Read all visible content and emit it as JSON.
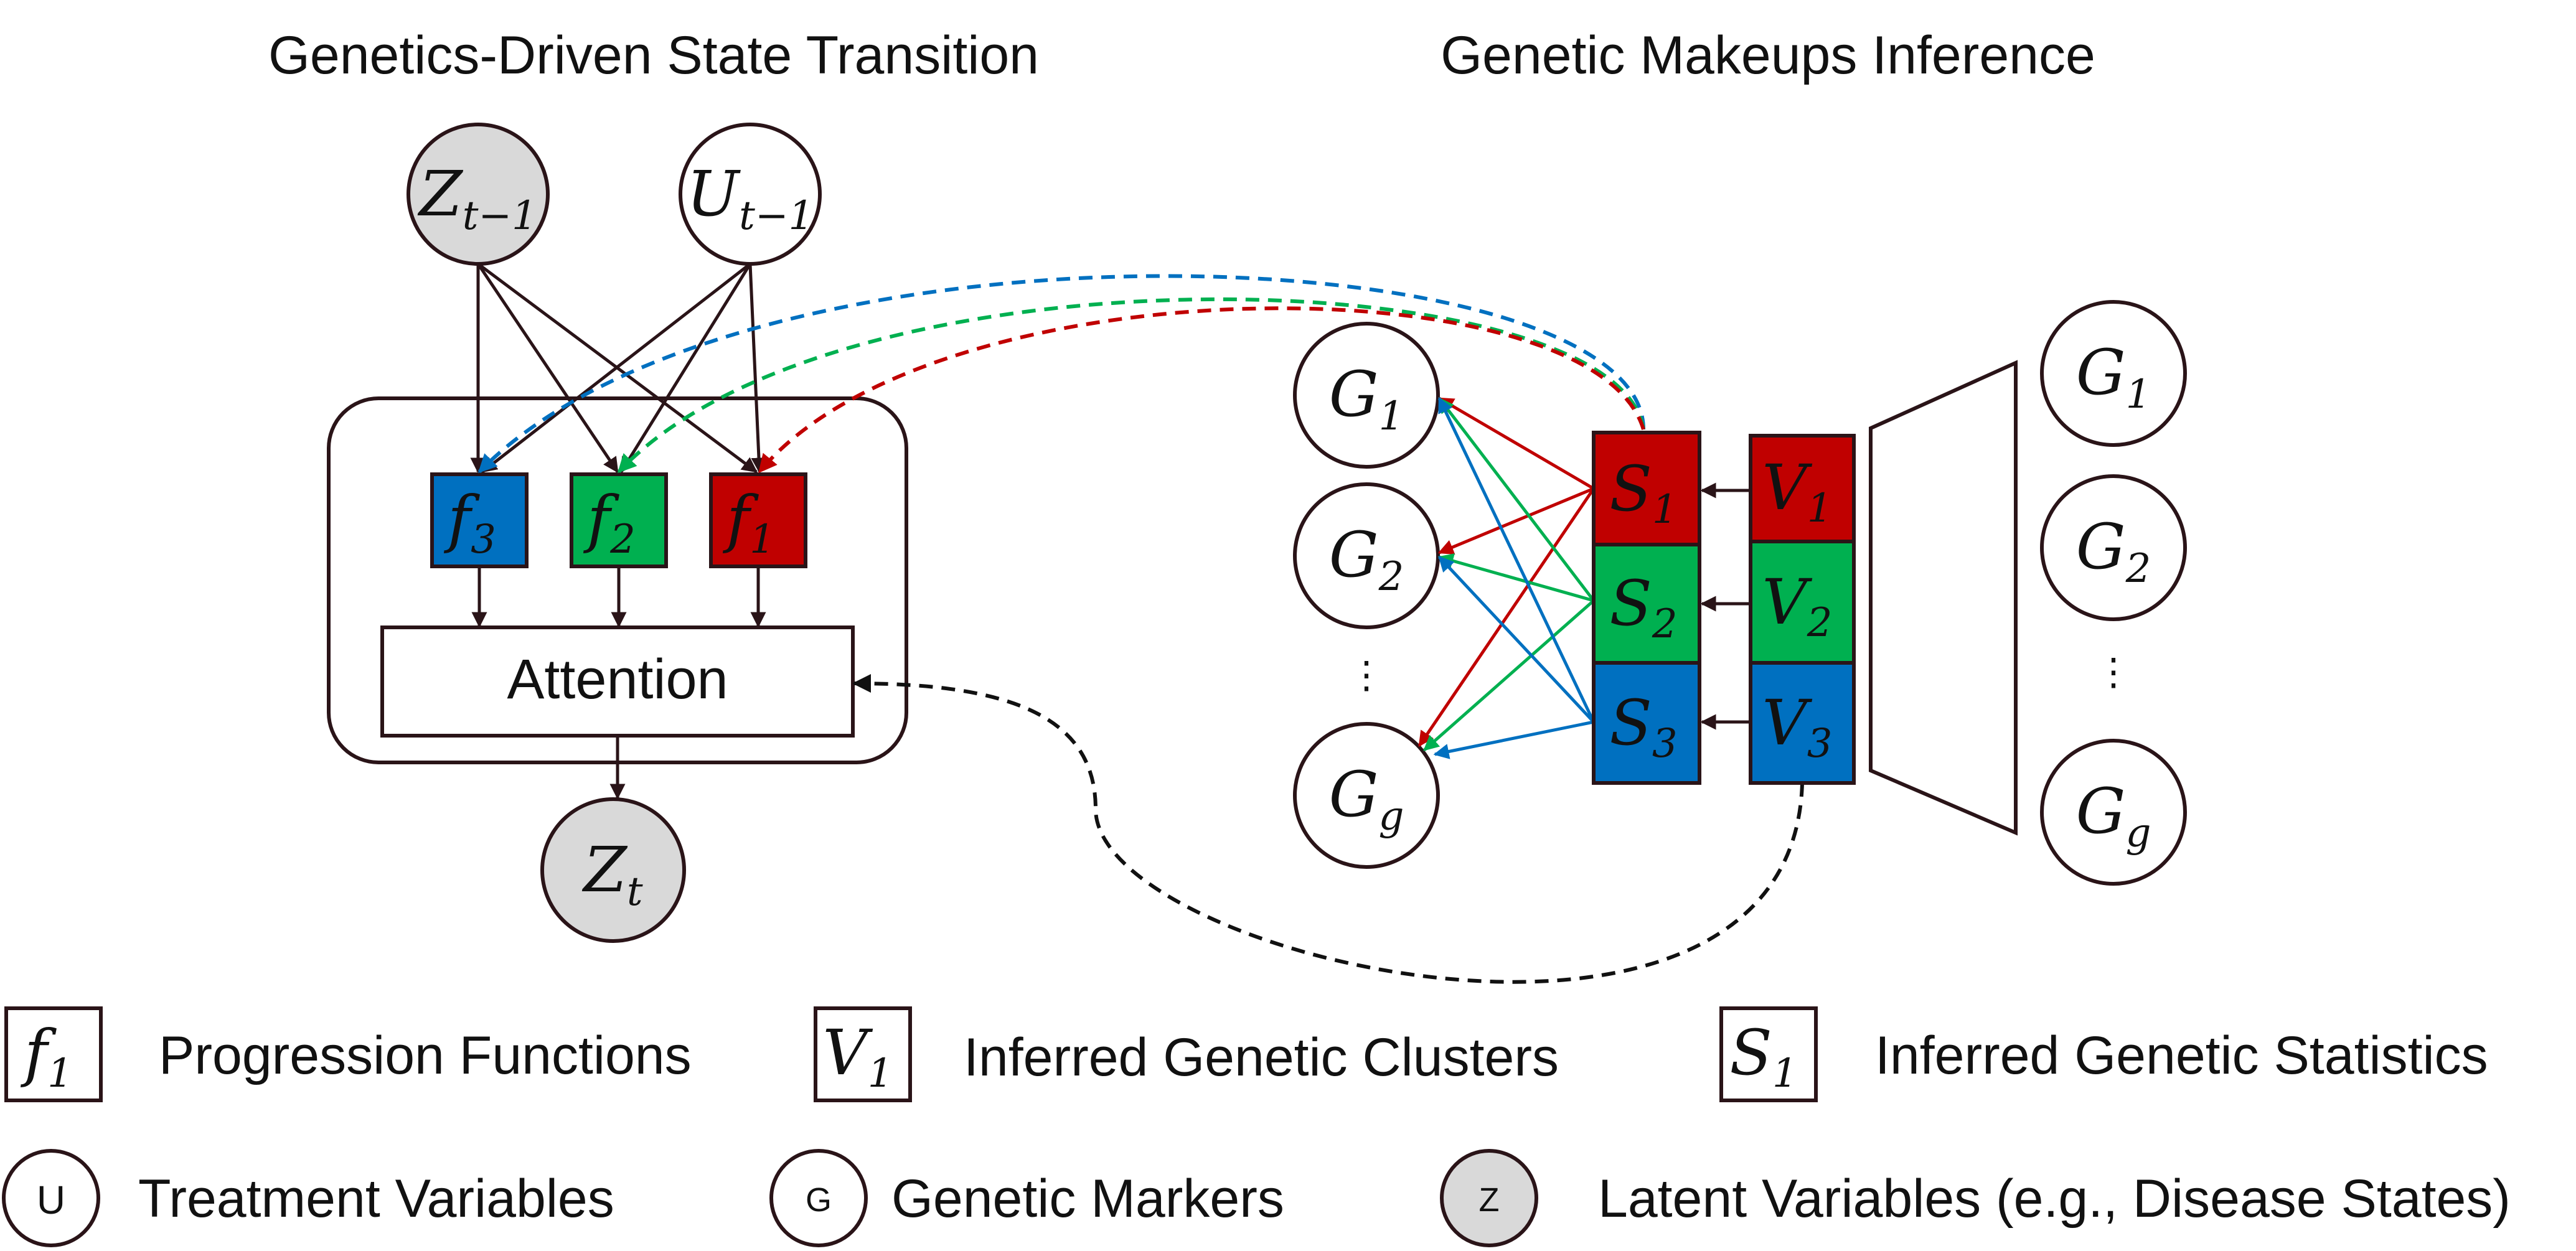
{
  "titles": {
    "left": "Genetics-Driven State Transition",
    "right": "Genetic Makeups Inference"
  },
  "colors": {
    "red": "#c00000",
    "green": "#00b050",
    "blue": "#0070c0",
    "latent_fill": "#d9d9d9",
    "stroke": "#2a1418"
  },
  "nodes": {
    "z_prev": {
      "base": "Z",
      "sub": "t−1"
    },
    "u_prev": {
      "base": "U",
      "sub": "t−1"
    },
    "z_t": {
      "base": "Z",
      "sub": "t"
    },
    "f3": {
      "base": "f",
      "sub": "3"
    },
    "f2": {
      "base": "f",
      "sub": "2"
    },
    "f1": {
      "base": "f",
      "sub": "1"
    },
    "attention": "Attention",
    "g_left": [
      {
        "base": "G",
        "sub": "1"
      },
      {
        "base": "G",
        "sub": "2"
      },
      {
        "base": "G",
        "sub": "g"
      }
    ],
    "g_right": [
      {
        "base": "G",
        "sub": "1"
      },
      {
        "base": "G",
        "sub": "2"
      },
      {
        "base": "G",
        "sub": "g"
      }
    ],
    "s": [
      {
        "base": "S",
        "sub": "1"
      },
      {
        "base": "S",
        "sub": "2"
      },
      {
        "base": "S",
        "sub": "3"
      }
    ],
    "v": [
      {
        "base": "V",
        "sub": "1"
      },
      {
        "base": "V",
        "sub": "2"
      },
      {
        "base": "V",
        "sub": "3"
      }
    ],
    "ellipsis": "⋮"
  },
  "legend": {
    "row1": [
      {
        "symbol_base": "f",
        "symbol_sub": "1",
        "label": "Progression Functions"
      },
      {
        "symbol_base": "V",
        "symbol_sub": "1",
        "label": "Inferred Genetic Clusters"
      },
      {
        "symbol_base": "S",
        "symbol_sub": "1",
        "label": "Inferred Genetic Statistics"
      }
    ],
    "row2": [
      {
        "symbol": "U",
        "label": "Treatment Variables"
      },
      {
        "symbol": "G",
        "label": "Genetic Markers"
      },
      {
        "symbol": "Z",
        "label": "Latent Variables (e.g., Disease States)"
      }
    ]
  }
}
